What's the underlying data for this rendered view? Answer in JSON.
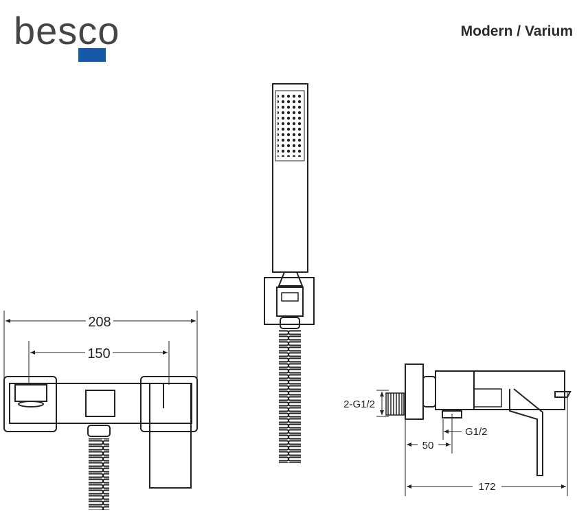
{
  "brand": {
    "logo_text": "besco",
    "text_color": "#454545",
    "accent_color": "#1659a6"
  },
  "header": {
    "title": "Modern / Varium"
  },
  "dimensions": {
    "width_overall": "208",
    "spacing": "150",
    "inlet_thread": "2-G1/2",
    "outlet_thread": "G1/2",
    "outlet_offset": "50",
    "depth": "172"
  }
}
